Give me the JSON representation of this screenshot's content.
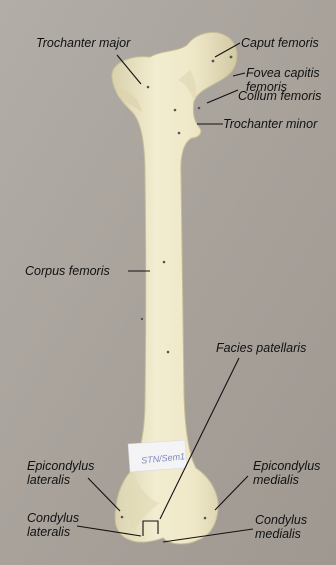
{
  "photo": {
    "subject": "femur-specimen",
    "colors": {
      "background": "#a9a39d",
      "bone": "#efe9c9",
      "bone_shadow": "#d6cda6",
      "tag": "#f4f4f7",
      "leader_line": "#111111"
    }
  },
  "specimen_tag": {
    "text": "STN/Sem1"
  },
  "labels": {
    "trochanter_major": "Trochanter major",
    "caput_femoris": "Caput femoris",
    "fovea_capitis_femoris": "Fovea capitis\nfemoris",
    "collum_femoris": "Collum femoris",
    "trochanter_minor": "Trochanter minor",
    "corpus_femoris": "Corpus femoris",
    "facies_patellaris": "Facies patellaris",
    "epicondylus_lateralis": "Epicondylus\nlateralis",
    "epicondylus_medialis": "Epicondylus\nmedialis",
    "condylus_lateralis": "Condylus\nlateralis",
    "condylus_medialis": "Condylus\nmedialis"
  }
}
